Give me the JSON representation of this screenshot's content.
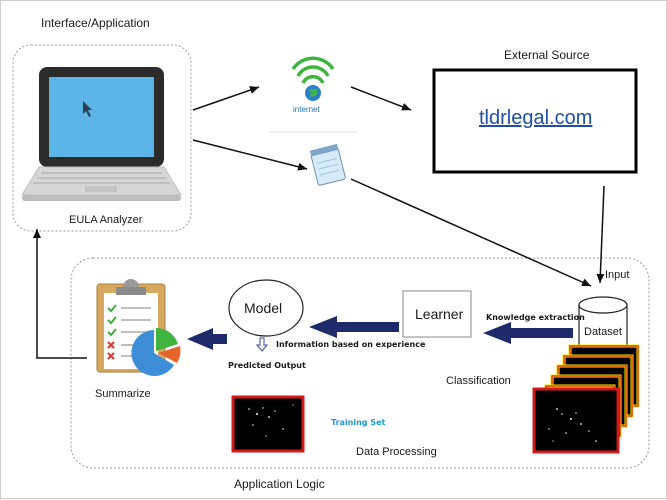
{
  "labels": {
    "interface_application": "Interface/Application",
    "eula_analyzer": "EULA Analyzer",
    "internet": "internet",
    "external_source": "External Source",
    "tldrlegal": "tldrlegal.com",
    "input": "Input",
    "dataset": "Dataset",
    "learner": "Learner",
    "knowledge_extraction": "Knowledge extraction",
    "model": "Model",
    "information_based_on_experience": "Information based on experience",
    "predicted_output": "Predicted Output",
    "classification": "Classification",
    "summarize": "Summarize",
    "training_set": "Training Set",
    "data_processing": "Data Processing",
    "application_logic": "Application Logic"
  },
  "colors": {
    "link_blue": "#1f4ea8",
    "arrow_navy": "#1f2a6b",
    "training_set_blue": "#1b9ad6",
    "frame_red": "#d11a1a",
    "frame_yellow": "#ffe600",
    "wifi_green": "#3fb53f",
    "globe_blue": "#2c7fc4"
  },
  "icons": {
    "laptop": "laptop-icon",
    "internet": "internet-wifi-icon",
    "notepad": "notepad-icon",
    "database": "database-cylinder-icon",
    "clipboard": "clipboard-checklist-icon",
    "pie": "pie-chart-icon"
  }
}
